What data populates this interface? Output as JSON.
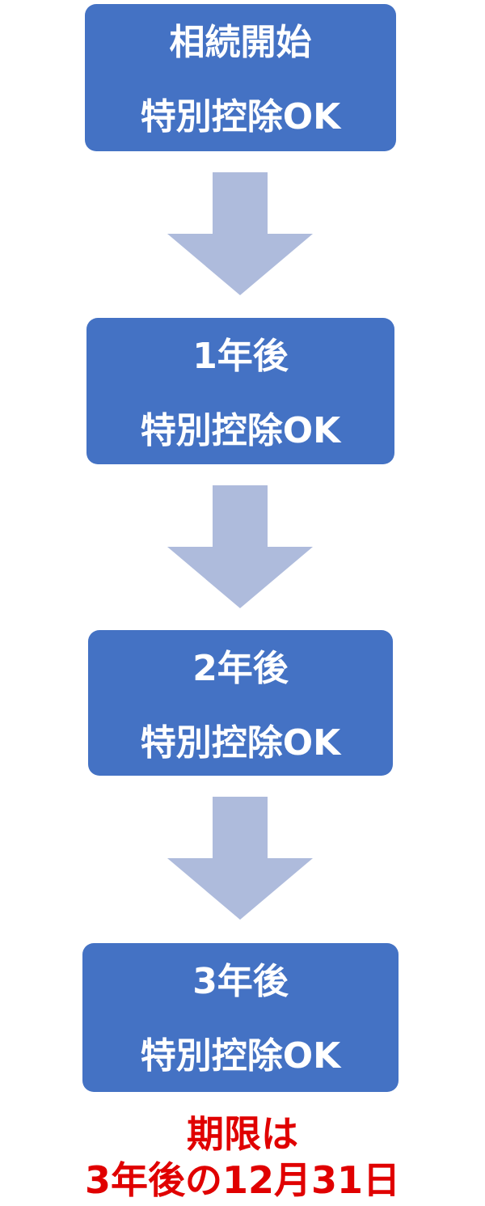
{
  "steps": [
    {
      "title": "相続開始",
      "status": "特別控除OK"
    },
    {
      "title": "1年後",
      "status": "特別控除OK"
    },
    {
      "title": "2年後",
      "status": "特別控除OK"
    },
    {
      "title": "3年後",
      "status": "特別控除OK"
    }
  ],
  "deadline": {
    "line1": "期限は",
    "line2": "3年後の12月31日"
  },
  "colors": {
    "box": "#4472c4",
    "arrow": "#aebbdc",
    "text": "#ffffff",
    "deadline": "#e00000"
  }
}
